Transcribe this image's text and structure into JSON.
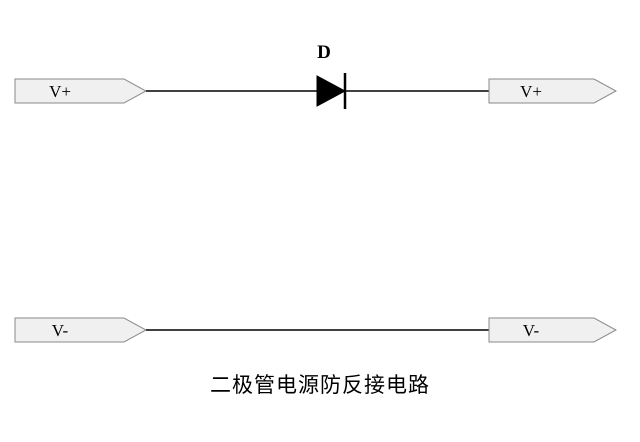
{
  "diagram": {
    "caption": "二极管电源防反接电路",
    "diode": {
      "label": "D"
    },
    "ports": {
      "top_left": "V+",
      "top_right": "V+",
      "bottom_left": "V-",
      "bottom_right": "V-"
    },
    "colors": {
      "background": "#ffffff",
      "port_fill": "#f0f0f0",
      "port_border": "#8a8a8a",
      "wire": "#000000",
      "diode_fill": "#000000",
      "text": "#000000"
    }
  }
}
